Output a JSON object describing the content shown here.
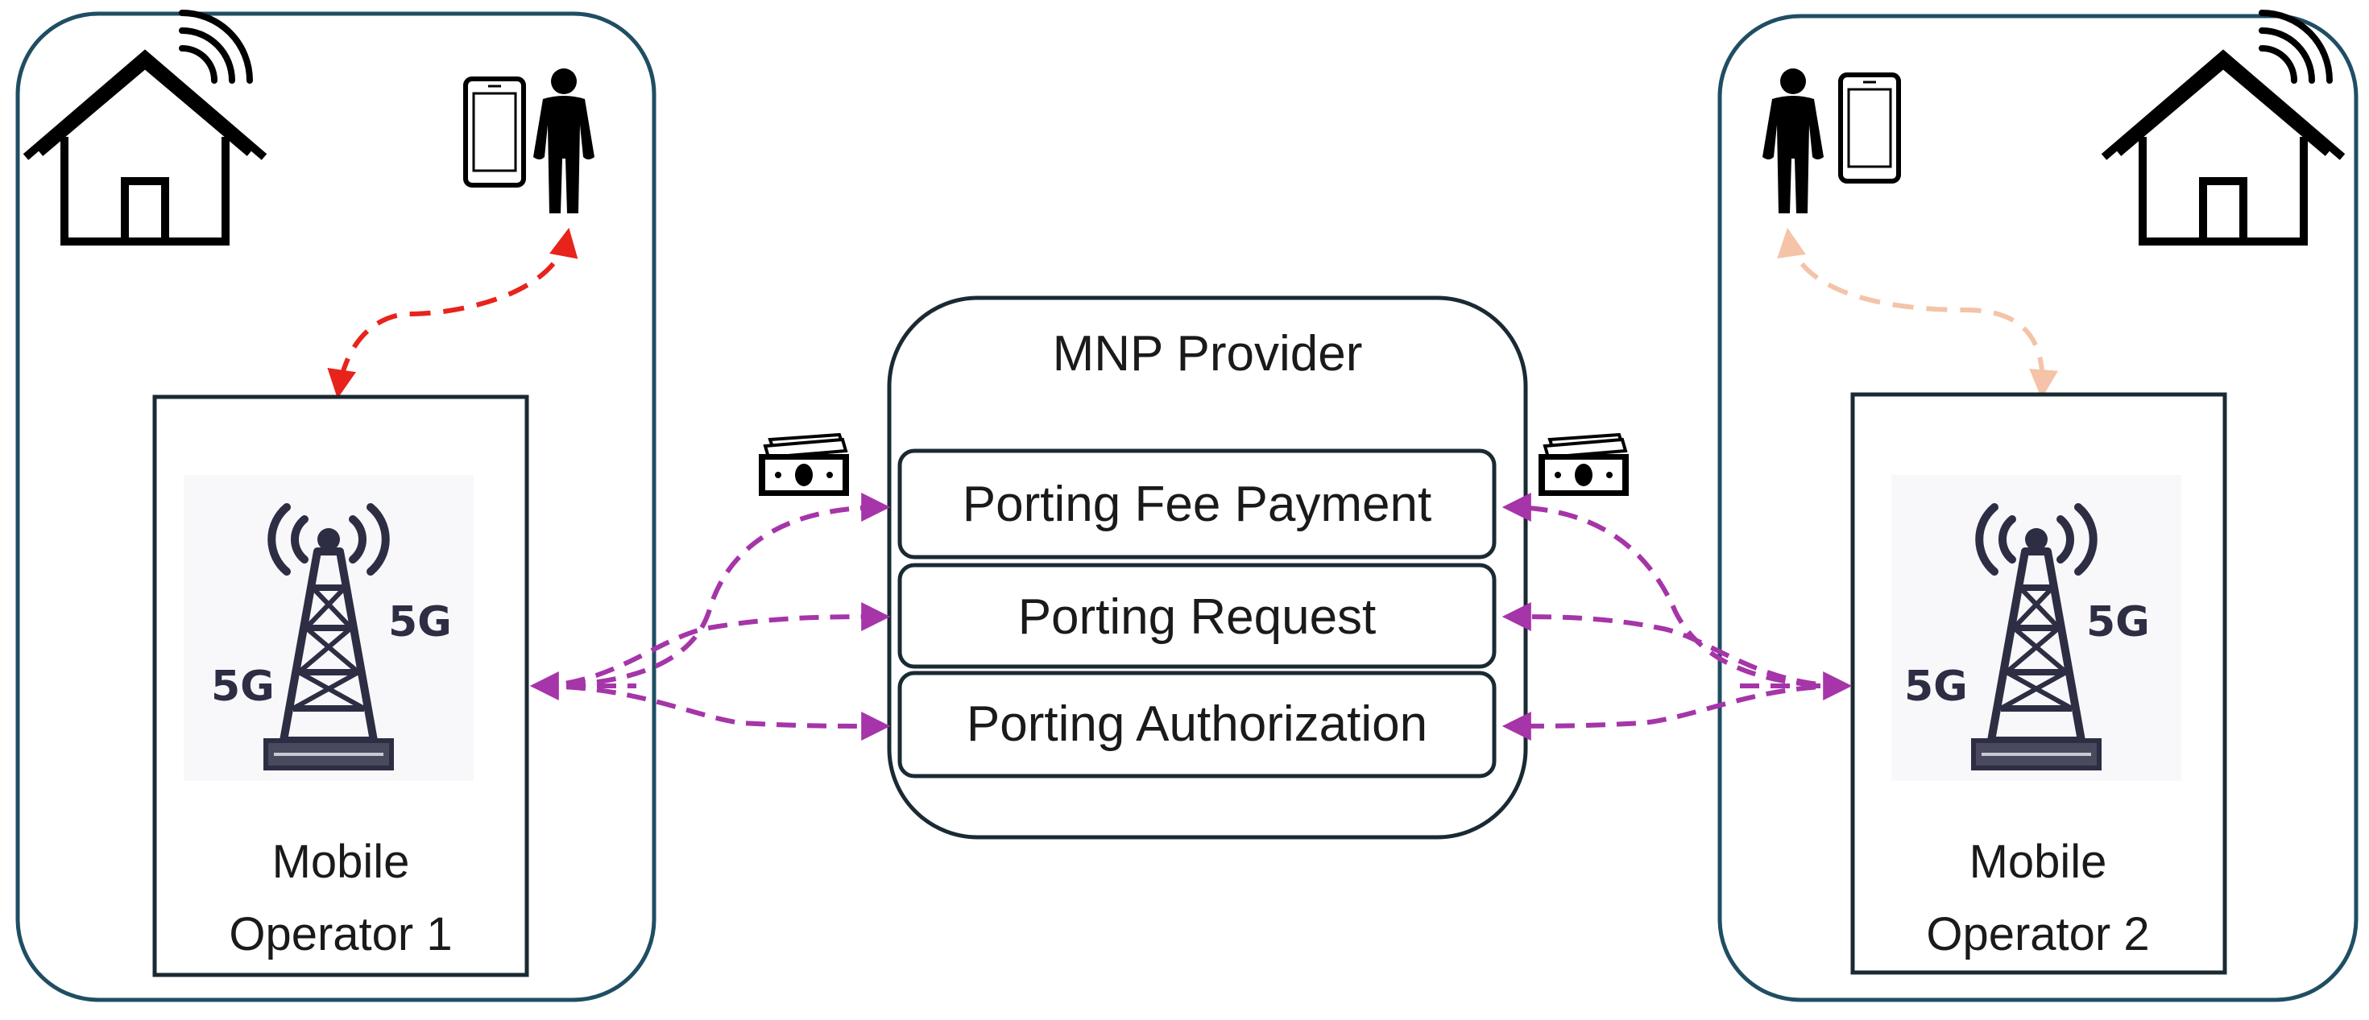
{
  "center": {
    "title": "MNP Provider",
    "steps": [
      "Porting Fee Payment",
      "Porting Request",
      "Porting Authorization"
    ]
  },
  "left": {
    "operator_line1": "Mobile",
    "operator_line2": "Operator 1",
    "band_left": "5G",
    "band_right": "5G"
  },
  "right": {
    "operator_line1": "Mobile",
    "operator_line2": "Operator 2",
    "band_left": "5G",
    "band_right": "5G"
  },
  "colors": {
    "panel_border": "#1f4e63",
    "flow_arrow": "#a535a8",
    "left_user_link": "#e8231b",
    "right_user_link": "#f4c3a8",
    "tower": "#2d2d44"
  },
  "icons": [
    "house-icon",
    "wifi-icon",
    "smartphone-icon",
    "person-icon",
    "cell-tower-icon",
    "money-icon"
  ]
}
